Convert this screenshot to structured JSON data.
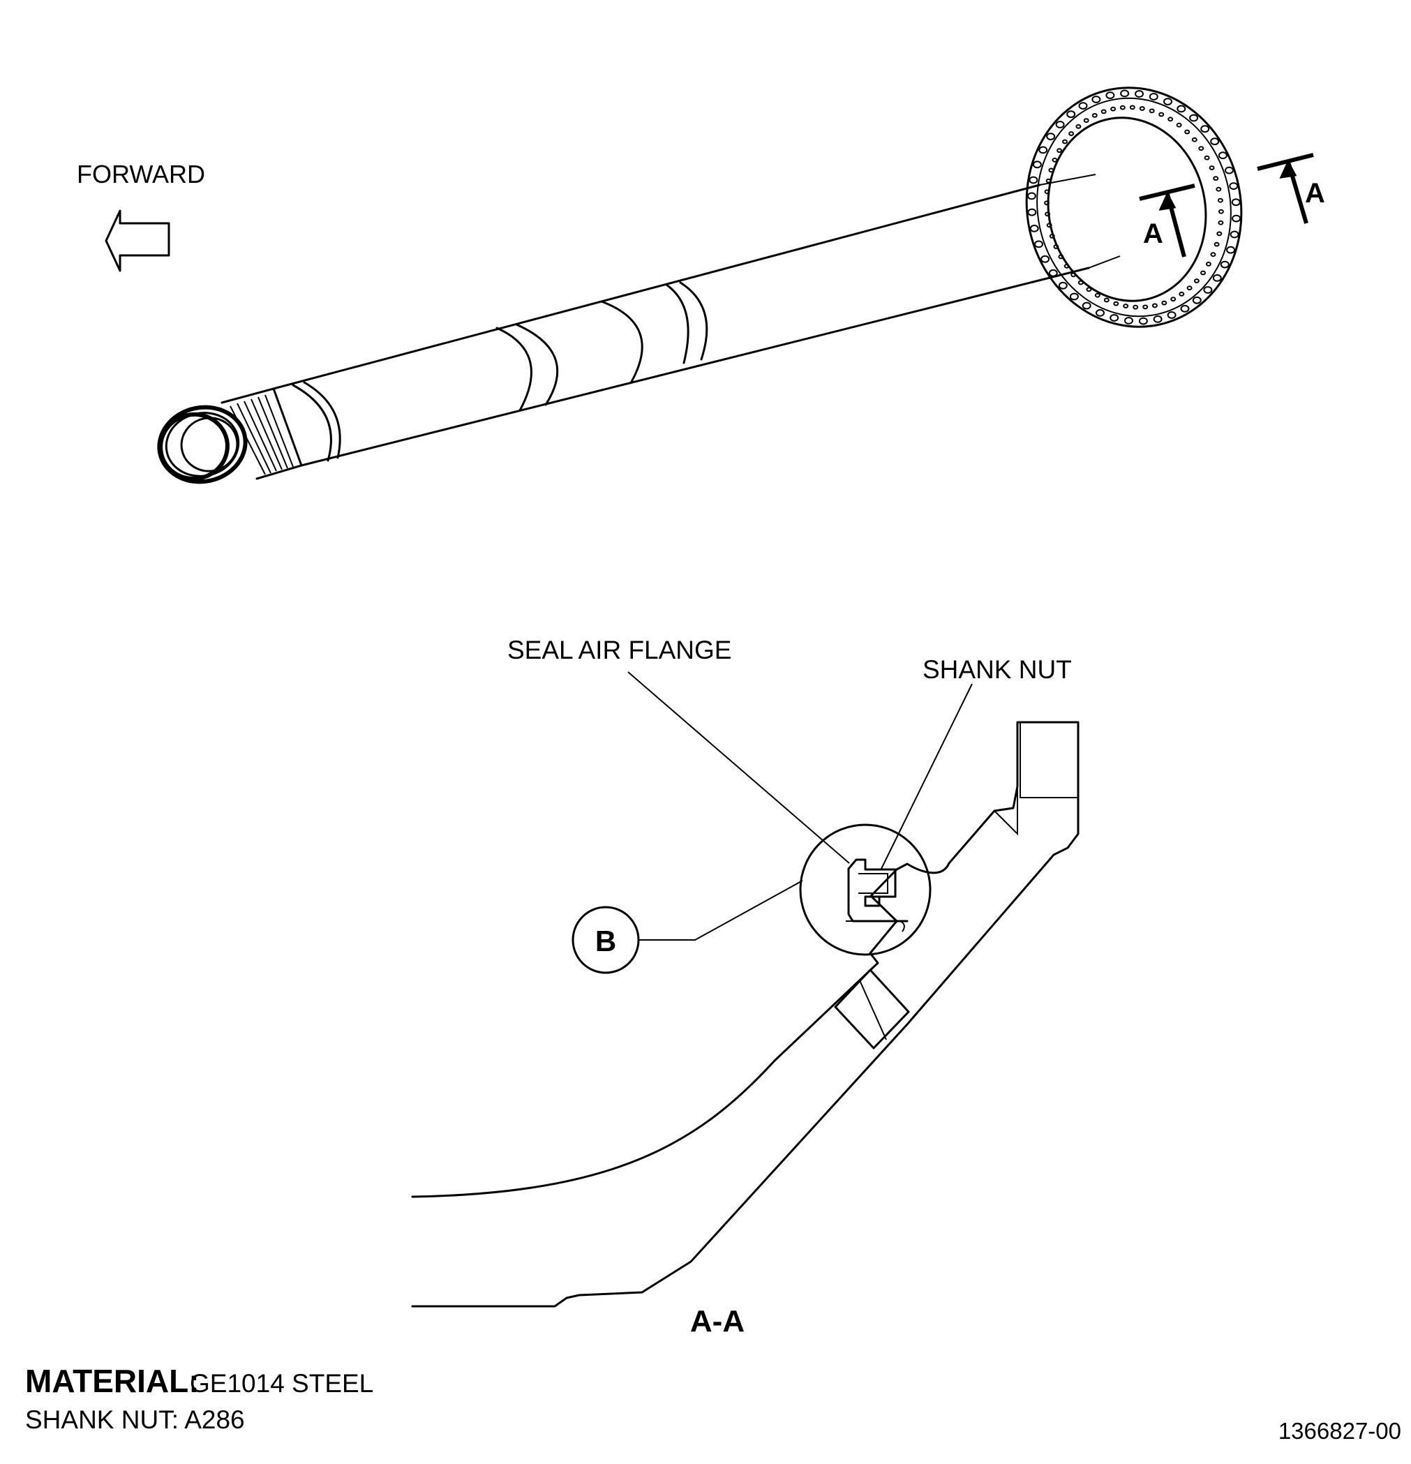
{
  "labels": {
    "forward": "FORWARD",
    "section_marker_inner": "A",
    "section_marker_outer": "A",
    "seal_air_flange": "SEAL AIR FLANGE",
    "shank_nut": "SHANK NUT",
    "detail_callout": "B",
    "section_title": "A-A",
    "material_label": "MATERIAL:",
    "material_value": "GE1014 STEEL",
    "shank_nut_material": "SHANK NUT: A286",
    "figure_number": "1366827-00"
  }
}
